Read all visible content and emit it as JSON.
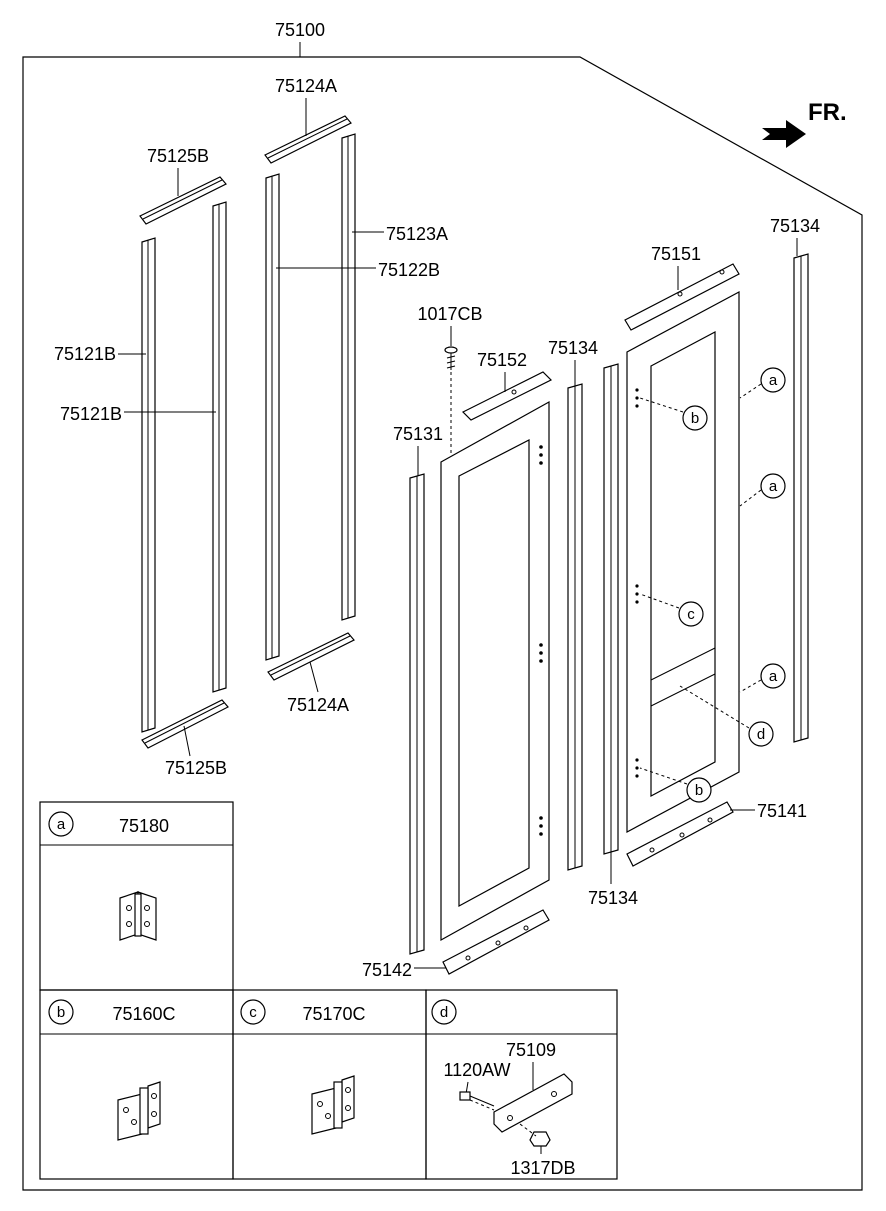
{
  "title_part": "75100",
  "direction_label": "FR.",
  "callouts": [
    {
      "id": "c-75124A-top",
      "text": "75124A"
    },
    {
      "id": "c-75125B-top",
      "text": "75125B"
    },
    {
      "id": "c-75123A",
      "text": "75123A"
    },
    {
      "id": "c-75122B",
      "text": "75122B"
    },
    {
      "id": "c-75121B-1",
      "text": "75121B"
    },
    {
      "id": "c-75121B-2",
      "text": "75121B"
    },
    {
      "id": "c-75124A-bot",
      "text": "75124A"
    },
    {
      "id": "c-75125B-bot",
      "text": "75125B"
    },
    {
      "id": "c-1017CB",
      "text": "1017CB"
    },
    {
      "id": "c-75152",
      "text": "75152"
    },
    {
      "id": "c-75131",
      "text": "75131"
    },
    {
      "id": "c-75134-mid",
      "text": "75134"
    },
    {
      "id": "c-75151",
      "text": "75151"
    },
    {
      "id": "c-75134-right",
      "text": "75134"
    },
    {
      "id": "c-75134-bot",
      "text": "75134"
    },
    {
      "id": "c-75141",
      "text": "75141"
    },
    {
      "id": "c-75142",
      "text": "75142"
    }
  ],
  "letter_markers": [
    {
      "id": "m-a1",
      "text": "a"
    },
    {
      "id": "m-a2",
      "text": "a"
    },
    {
      "id": "m-a3",
      "text": "a"
    },
    {
      "id": "m-b1",
      "text": "b"
    },
    {
      "id": "m-c1",
      "text": "c"
    },
    {
      "id": "m-d1",
      "text": "d"
    },
    {
      "id": "m-b2",
      "text": "b"
    }
  ],
  "legend": {
    "a": {
      "letter": "a",
      "part": "75180"
    },
    "b": {
      "letter": "b",
      "part": "75160C"
    },
    "c": {
      "letter": "c",
      "part": "75170C"
    },
    "d": {
      "letter": "d",
      "part": "",
      "parts": [
        "75109",
        "1120AW",
        "1317DB"
      ]
    }
  }
}
